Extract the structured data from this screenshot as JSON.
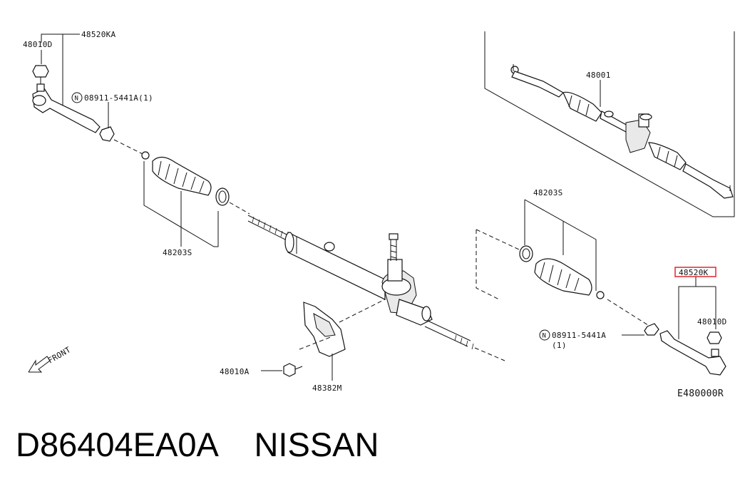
{
  "diagram": {
    "labels": {
      "tie_rod_end_left_kit": "48520KA",
      "nut_left": "48010D",
      "nut_spec_left": "08911-5441A(1)",
      "boot_left": "48203S",
      "steering_gear_assy": "48001",
      "boot_right": "48203S",
      "tie_rod_end_right": "48520K",
      "nut_right": "48010D",
      "nut_spec_right": "08911-5441A",
      "nut_spec_right_qty": "(1)",
      "bolt": "48010A",
      "bracket": "48382M",
      "front_label": "FRONT",
      "figure_code": "E480000R",
      "circled_n": "N"
    },
    "highlight_color": "#e0262b"
  },
  "caption": {
    "part_number": "D86404EA0A",
    "brand": "NISSAN"
  }
}
